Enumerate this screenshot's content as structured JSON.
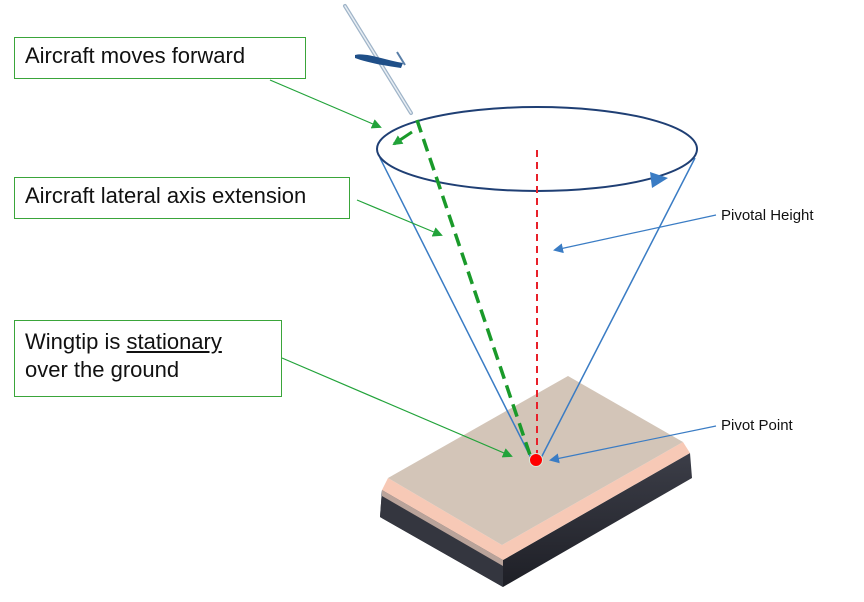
{
  "labels": {
    "forward": "Aircraft moves forward",
    "lateral": "Aircraft lateral axis extension",
    "wingtip_prefix": "Wingtip is ",
    "wingtip_underlined": "stationary",
    "wingtip_line2": "over the ground",
    "pivotal_height": "Pivotal Height",
    "pivot_point": "Pivot Point"
  },
  "colors": {
    "callout_green": "#22a33a",
    "axis_green": "#1a9a2a",
    "cone_blue": "#3a7cc4",
    "orbit_navy": "#1f3f74",
    "pivot_red": "#ff0000",
    "ground_top": "#d3c5b8",
    "ground_edge": "#f7c9b6",
    "ground_side": "#2d2f38"
  }
}
